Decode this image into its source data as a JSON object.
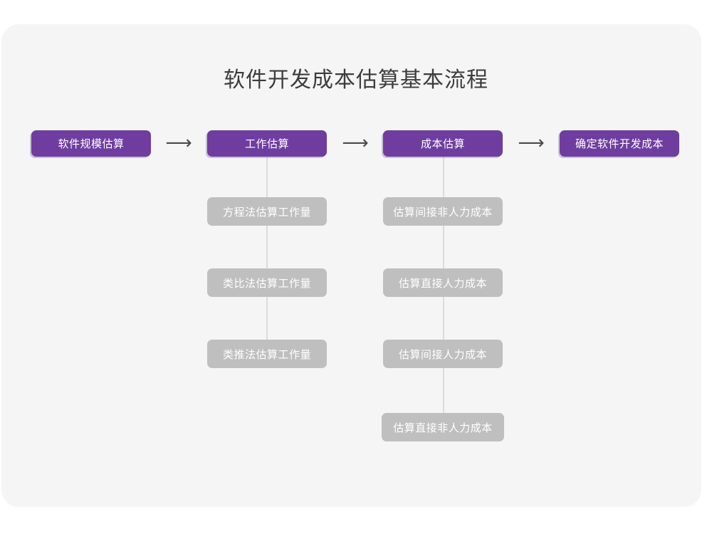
{
  "page": {
    "background_color": "#ffffff",
    "card_color": "#f5f5f5"
  },
  "title": "软件开发成本估算基本流程",
  "theme": {
    "stage_color": "#6f3d9f",
    "sub_color": "#bfbfbf",
    "text_color": "#ffffff",
    "title_color": "#3c3c3c",
    "connector_color": "#dcdcdc",
    "arrow_color": "#4a4a4a"
  },
  "flowchart": {
    "type": "process-flow",
    "arrow_glyph": "⟶",
    "stages": [
      {
        "id": "stage-1",
        "label": "软件规模估算",
        "substeps": []
      },
      {
        "id": "stage-2",
        "label": "工作估算",
        "substeps": [
          "方程法估算工作量",
          "类比法估算工作量",
          "类推法估算工作量"
        ]
      },
      {
        "id": "stage-3",
        "label": "成本估算",
        "substeps": [
          "估算间接非人力成本",
          "估算直接人力成本",
          "估算间接人力成本",
          "估算直接非人力成本"
        ]
      },
      {
        "id": "stage-4",
        "label": "确定软件开发成本",
        "substeps": []
      }
    ],
    "arrows": [
      {
        "from": "stage-1",
        "to": "stage-2"
      },
      {
        "from": "stage-2",
        "to": "stage-3"
      },
      {
        "from": "stage-3",
        "to": "stage-4"
      }
    ]
  }
}
